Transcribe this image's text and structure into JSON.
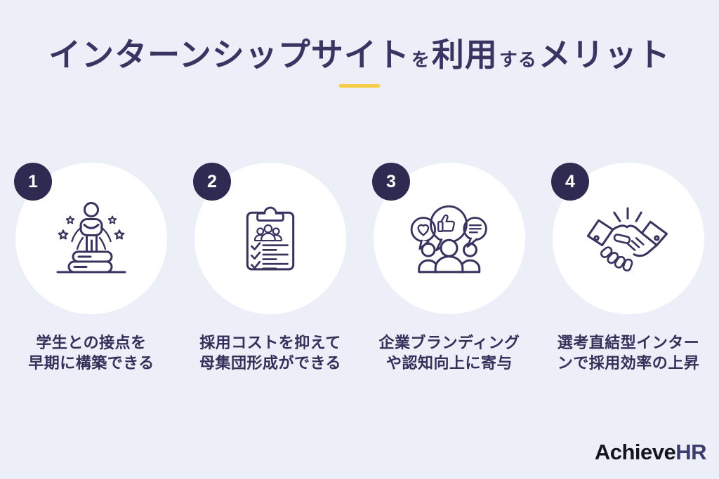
{
  "title": {
    "segments": [
      {
        "text": "インターンシップサイト",
        "size": "large"
      },
      {
        "text": "を",
        "size": "small"
      },
      {
        "text": "利用",
        "size": "large"
      },
      {
        "text": "する",
        "size": "small"
      },
      {
        "text": "メリット",
        "size": "large"
      }
    ],
    "full_text": "インターンシップサイトを利用するメリット"
  },
  "items": [
    {
      "number": "1",
      "icon": "achievement-person-on-books-icon",
      "caption_line1": "学生との接点を",
      "caption_line2": "早期に構築できる"
    },
    {
      "number": "2",
      "icon": "recruitment-checklist-clipboard-icon",
      "caption_line1": "採用コストを抑えて",
      "caption_line2": "母集団形成ができる"
    },
    {
      "number": "3",
      "icon": "branding-feedback-people-icon",
      "caption_line1": "企業ブランディング",
      "caption_line2": "や認知向上に寄与"
    },
    {
      "number": "4",
      "icon": "handshake-icon",
      "caption_line1": "選考直結型インター",
      "caption_line2": "ンで採用効率の上昇"
    }
  ],
  "logo": {
    "part1": "Achieve",
    "part2": "HR"
  },
  "colors": {
    "background": "#edeff8",
    "circle": "#ffffff",
    "badge": "#2e2a51",
    "text_navy": "#34305a",
    "title_navy": "#393462",
    "icon_stroke": "#39345f",
    "accent_yellow": "#f6ce4a",
    "logo_black": "#15151c",
    "logo_hr_navy": "#3d3b6d"
  }
}
